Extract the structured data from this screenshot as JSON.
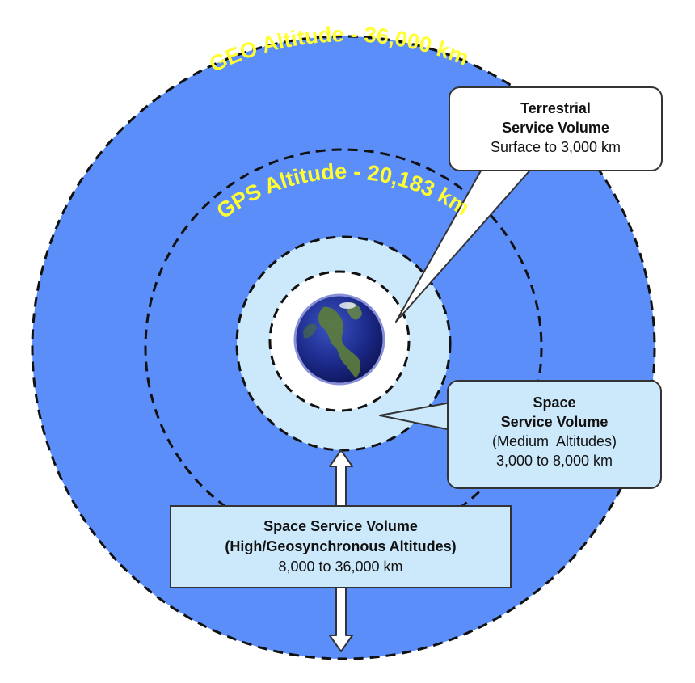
{
  "orbits": {
    "geo_label": "GEO Altitude - 36,000 km",
    "gps_label": "GPS Altitude - 20,183 km"
  },
  "callouts": {
    "terrestrial": {
      "title_line1": "Terrestrial",
      "title_line2": "Service Volume",
      "range": "Surface to 3,000 km"
    },
    "space_medium": {
      "title_line1": "Space",
      "title_line2": "Service Volume",
      "subtitle": "(Medium  Altitudes)",
      "range": "3,000 to 8,000 km"
    },
    "space_high": {
      "title_line1": "Space Service Volume",
      "title_line2": "(High/Geosynchronous Altitudes)",
      "range": "8,000 to 36,000 km"
    }
  },
  "colors": {
    "outer_volume": "#5b8ef8",
    "inner_volume": "#cce8fb",
    "label_text": "#ffff33",
    "earth_ocean": "#1c2a8a",
    "earth_land": "#5c7d3a"
  },
  "icons": {
    "planet": "earth-globe-icon",
    "arrow": "double-headed-arrow-icon"
  }
}
